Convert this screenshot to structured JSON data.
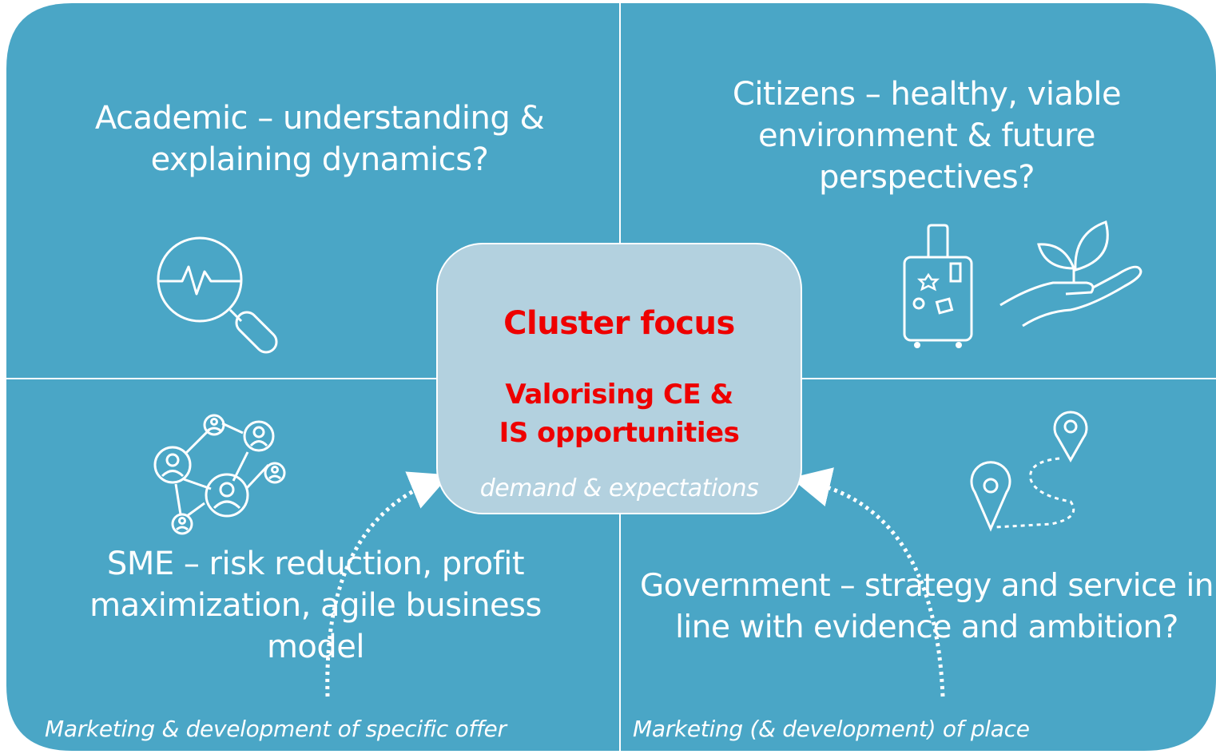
{
  "quadrants": {
    "academic": "Academic – understanding & explaining dynamics?",
    "citizens": "Citizens – healthy, viable environment & future perspectives?",
    "sme": "SME – risk reduction, profit maximization, agile business model",
    "government": "Government – strategy and service in line with evidence and ambition?"
  },
  "center": {
    "title": "Cluster focus",
    "subtitle": "Valorising CE & IS opportunities",
    "caption": "demand & expectations"
  },
  "bottom_notes": {
    "left": "Marketing & development  of specific offer",
    "right": "Marketing (& development) of place"
  },
  "colors": {
    "panel": "#4aa6c6",
    "center_box": "#b3d1df",
    "accent_text": "#ee0000",
    "lines": "#ffffff"
  },
  "icons": {
    "academic": "magnifier-pulse-icon",
    "citizens_left": "suitcase-icon",
    "citizens_right": "hand-plant-icon",
    "sme": "people-network-icon",
    "government": "route-map-pin-icon"
  }
}
